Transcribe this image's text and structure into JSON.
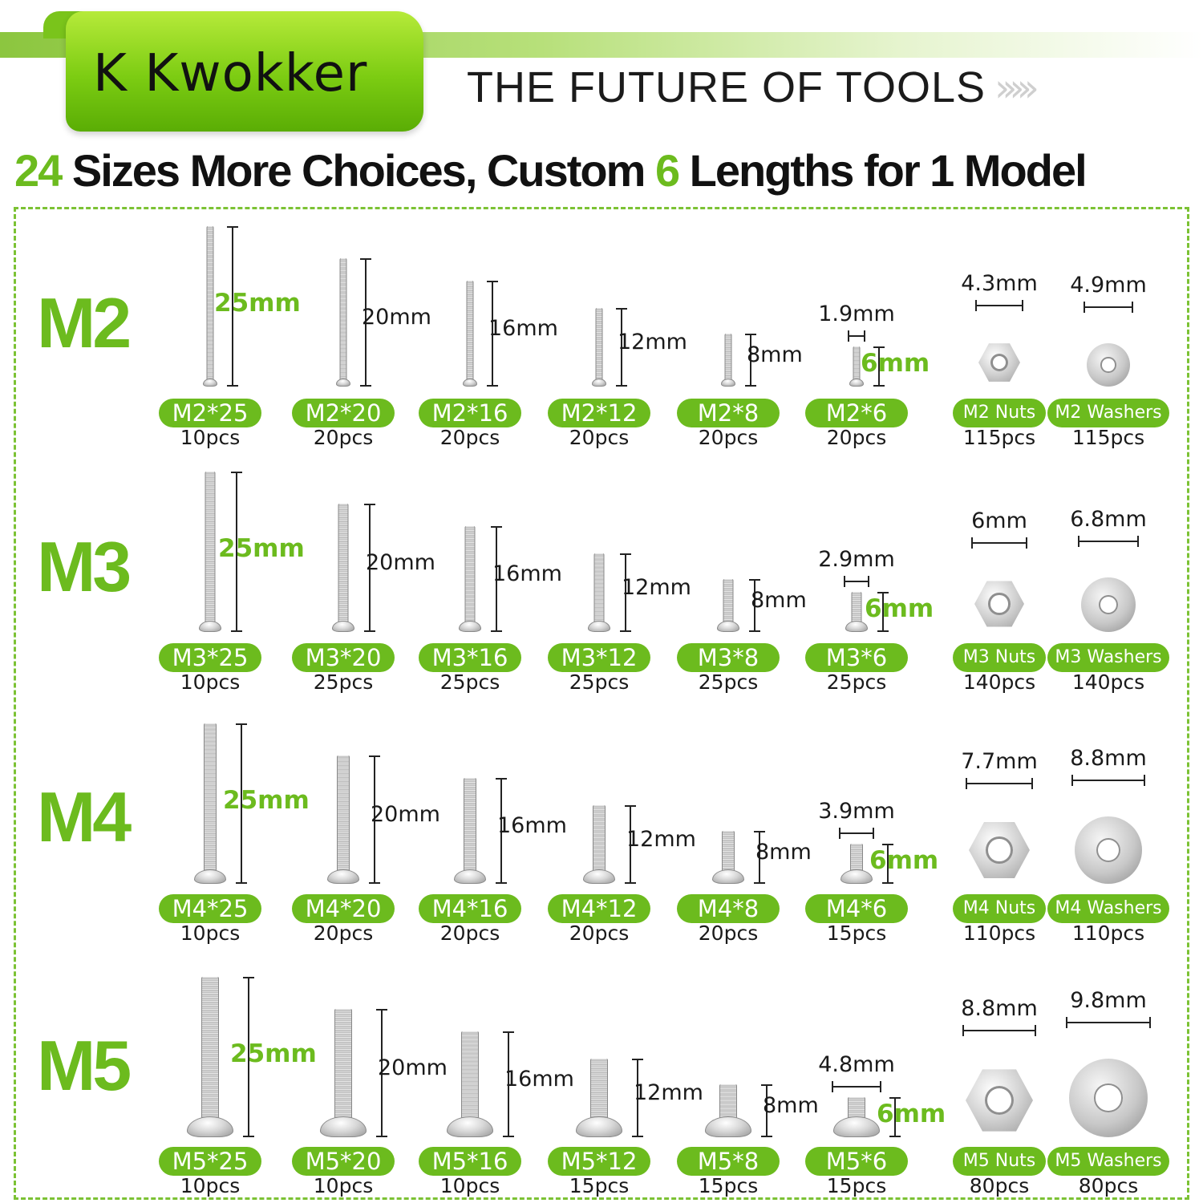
{
  "brand": {
    "name": "K Kwokker",
    "tagline": "THE FUTURE OF TOOLS",
    "chevrons": "›››››"
  },
  "headline": {
    "count": "24",
    "part1": " Sizes More Choices, Custom ",
    "count2": "6",
    "part2": " Lengths for 1 Model"
  },
  "colors": {
    "accent": "#6cbb1e",
    "text": "#111111"
  },
  "rows": [
    {
      "series": "M2",
      "screws": [
        {
          "label": "M2*25",
          "qty": "10pcs",
          "length": "25mm"
        },
        {
          "label": "M2*20",
          "qty": "20pcs",
          "length": "20mm"
        },
        {
          "label": "M2*16",
          "qty": "20pcs",
          "length": "16mm"
        },
        {
          "label": "M2*12",
          "qty": "20pcs",
          "length": "12mm"
        },
        {
          "label": "M2*8",
          "qty": "20pcs",
          "length": "8mm"
        },
        {
          "label": "M2*6",
          "qty": "20pcs",
          "length": "6mm",
          "head": "1.9mm"
        }
      ],
      "nuts": {
        "label": "M2 Nuts",
        "qty": "115pcs",
        "size": "4.3mm"
      },
      "washers": {
        "label": "M2 Washers",
        "qty": "115pcs",
        "size": "4.9mm"
      }
    },
    {
      "series": "M3",
      "screws": [
        {
          "label": "M3*25",
          "qty": "10pcs",
          "length": "25mm"
        },
        {
          "label": "M3*20",
          "qty": "25pcs",
          "length": "20mm"
        },
        {
          "label": "M3*16",
          "qty": "25pcs",
          "length": "16mm"
        },
        {
          "label": "M3*12",
          "qty": "25pcs",
          "length": "12mm"
        },
        {
          "label": "M3*8",
          "qty": "25pcs",
          "length": "8mm"
        },
        {
          "label": "M3*6",
          "qty": "25pcs",
          "length": "6mm",
          "head": "2.9mm"
        }
      ],
      "nuts": {
        "label": "M3 Nuts",
        "qty": "140pcs",
        "size": "6mm"
      },
      "washers": {
        "label": "M3 Washers",
        "qty": "140pcs",
        "size": "6.8mm"
      }
    },
    {
      "series": "M4",
      "screws": [
        {
          "label": "M4*25",
          "qty": "10pcs",
          "length": "25mm"
        },
        {
          "label": "M4*20",
          "qty": "20pcs",
          "length": "20mm"
        },
        {
          "label": "M4*16",
          "qty": "20pcs",
          "length": "16mm"
        },
        {
          "label": "M4*12",
          "qty": "20pcs",
          "length": "12mm"
        },
        {
          "label": "M4*8",
          "qty": "20pcs",
          "length": "8mm"
        },
        {
          "label": "M4*6",
          "qty": "15pcs",
          "length": "6mm",
          "head": "3.9mm"
        }
      ],
      "nuts": {
        "label": "M4 Nuts",
        "qty": "110pcs",
        "size": "7.7mm"
      },
      "washers": {
        "label": "M4 Washers",
        "qty": "110pcs",
        "size": "8.8mm"
      }
    },
    {
      "series": "M5",
      "screws": [
        {
          "label": "M5*25",
          "qty": "10pcs",
          "length": "25mm"
        },
        {
          "label": "M5*20",
          "qty": "10pcs",
          "length": "20mm"
        },
        {
          "label": "M5*16",
          "qty": "10pcs",
          "length": "16mm"
        },
        {
          "label": "M5*12",
          "qty": "15pcs",
          "length": "12mm"
        },
        {
          "label": "M5*8",
          "qty": "15pcs",
          "length": "8mm"
        },
        {
          "label": "M5*6",
          "qty": "15pcs",
          "length": "6mm",
          "head": "4.8mm"
        }
      ],
      "nuts": {
        "label": "M5 Nuts",
        "qty": "80pcs",
        "size": "8.8mm"
      },
      "washers": {
        "label": "M5 Washers",
        "qty": "80pcs",
        "size": "9.8mm"
      }
    }
  ]
}
